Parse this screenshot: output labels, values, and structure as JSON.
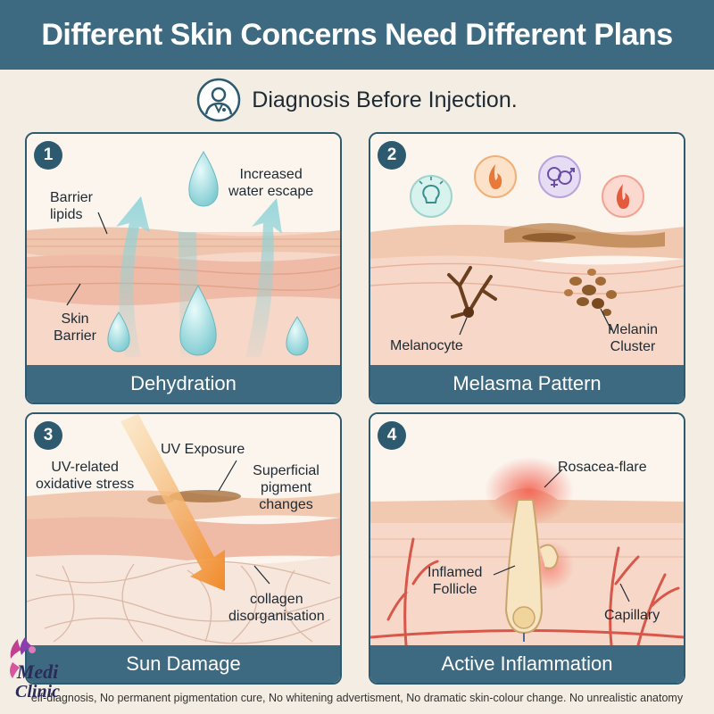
{
  "header": {
    "title": "Different Skin Concerns Need Different Plans"
  },
  "subheader": {
    "text": "Diagnosis Before Injection.",
    "icon": "doctor-icon"
  },
  "colors": {
    "header": "#3d6a80",
    "border": "#2d5a6e",
    "background": "#f3ede4",
    "skin": "#f2cdbd",
    "inflammation": "#e8524a",
    "water": "#8fd3d8",
    "pigment": "#8b5a2b"
  },
  "panels": [
    {
      "number": "1",
      "title": "Dehydration",
      "labels": {
        "barrier_lipids": "Barrier\nlipids",
        "water_escape": "Increased\nwater escape",
        "skin_barrier": "Skin\nBarrier"
      }
    },
    {
      "number": "2",
      "title": "Melasma Pattern",
      "icons": [
        "lightbulb-icon",
        "flame-icon",
        "gender-icon",
        "flame-icon"
      ],
      "labels": {
        "melanocyte": "Melanocyte",
        "melanin_cluster": "Melanin\nCluster"
      }
    },
    {
      "number": "3",
      "title": "Sun Damage",
      "labels": {
        "uv_exposure": "UV Exposure",
        "oxidative_stress": "UV-related\noxidative stress",
        "pigment_changes": "Superficial\npigment changes",
        "collagen": "collagen\ndisorganisation"
      }
    },
    {
      "number": "4",
      "title": "Active Inflammation",
      "labels": {
        "rosacea": "Rosacea-flare",
        "follicle": "Inflamed\nFollicle",
        "capillary": "Capillary"
      }
    }
  ],
  "footer": {
    "disclaimer": "elf-diagnosis, No permanent pigmentation cure, No whitening advertisment, No dramatic skin-colour change. No unrealistic anatomy"
  },
  "logo": {
    "line1": "Medi",
    "line2": "Clinic"
  }
}
